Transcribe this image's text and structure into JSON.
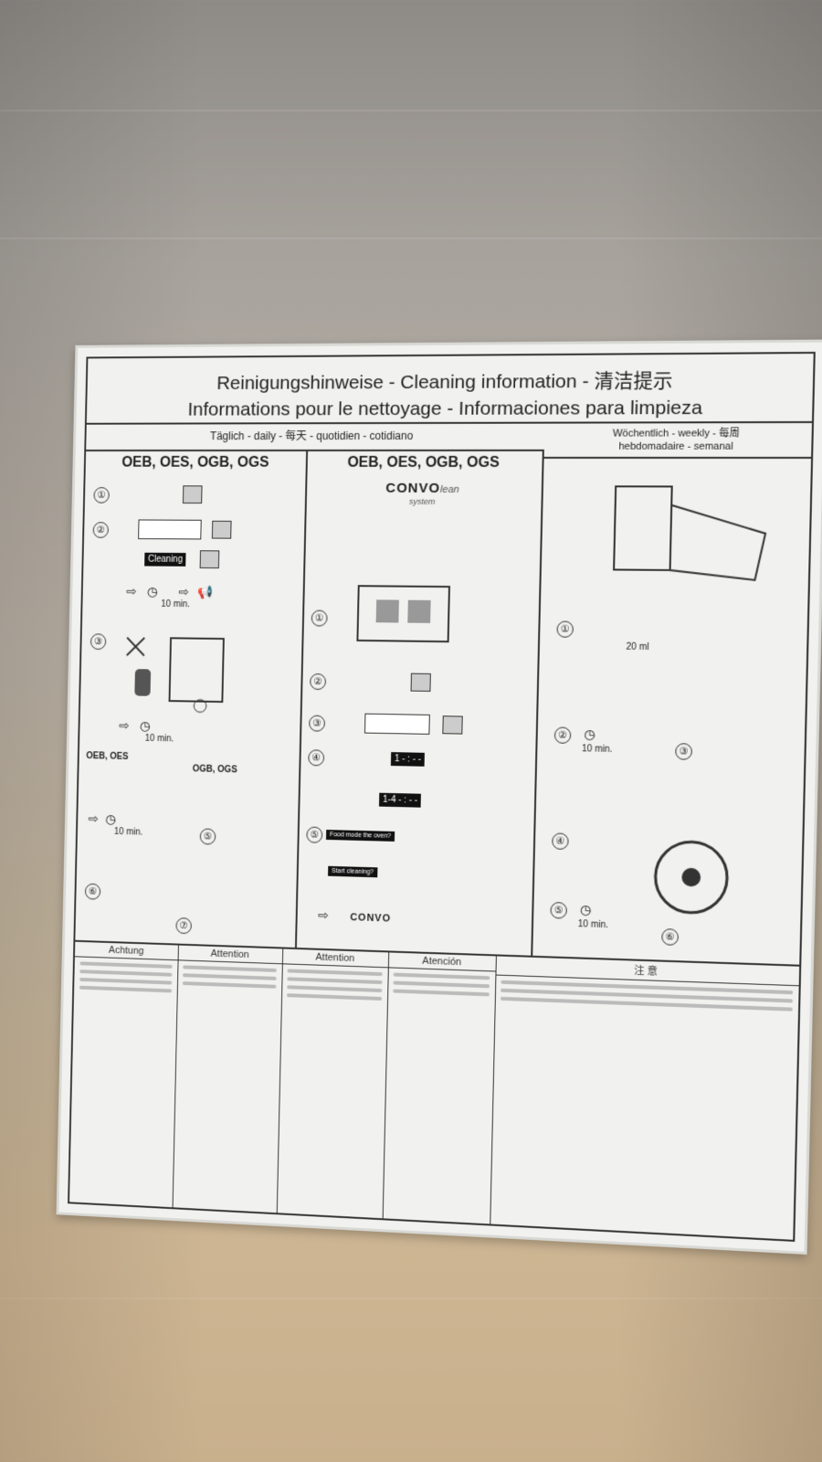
{
  "label": {
    "title_line1": "Reinigungshinweise - Cleaning information - 清洁提示",
    "title_line2": "Informations pour le nettoyage - Informaciones para limpieza",
    "daily_header": "Täglich - daily - 每天 - quotidien - cotidiano",
    "weekly_header_line1": "Wöchentlich - weekly - 每周",
    "weekly_header_line2": "hebdomadaire - semanal",
    "col1_header": "OEB, OES, OGB, OGS",
    "col2_header": "OEB, OES, OGB, OGS",
    "brand_convo": "CONVO",
    "brand_clean": "lean",
    "brand_system": "system",
    "sub_oeb_oes": "OEB, OES",
    "sub_ogb_ogs": "OGB, OGS",
    "time_10min": "10 min.",
    "amount_20ml": "20 ml",
    "display_1": "1  - : - -",
    "display_1_4": "1-4  - : - -",
    "cleaning_label": "Cleaning",
    "food_mode_label": "Food mode the oven?",
    "start_cleaning_label": "Start cleaning?",
    "warnings": [
      {
        "title": "Achtung"
      },
      {
        "title": "Attention"
      },
      {
        "title": "Attention"
      },
      {
        "title": "Atención"
      },
      {
        "title": "注 意"
      }
    ],
    "steps": [
      "①",
      "②",
      "③",
      "④",
      "⑤",
      "⑥",
      "⑦"
    ]
  }
}
